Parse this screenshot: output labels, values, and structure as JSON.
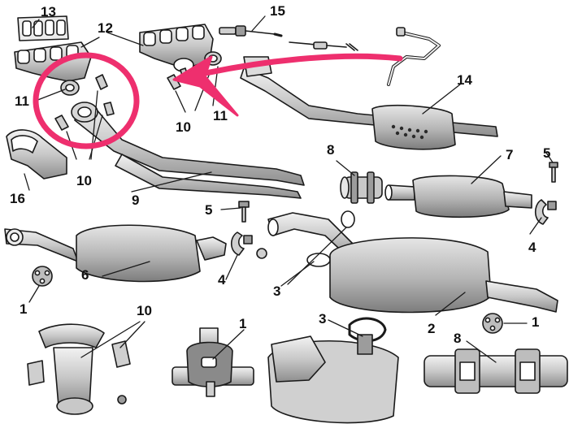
{
  "colors": {
    "ink": "#1a1a1a",
    "part_fill": "#d4d4d4",
    "part_shade": "#9c9c9c",
    "highlight": "#ee2f6e",
    "background": "#ffffff"
  },
  "annotations": {
    "circle": "highlight-circle",
    "arrow": "highlight-arrow"
  },
  "labels": {
    "l13": "13",
    "l12": "12",
    "l15": "15",
    "l11a": "11",
    "l11b": "11",
    "l10a": "10",
    "l10b": "10",
    "l10c": "10",
    "l14": "14",
    "l16": "16",
    "l9": "9",
    "l8a": "8",
    "l8b": "8",
    "l7": "7",
    "l5a": "5",
    "l5b": "5",
    "l6": "6",
    "l4a": "4",
    "l4b": "4",
    "l3a": "3",
    "l3b": "3",
    "l2": "2",
    "l1a": "1",
    "l1b": "1",
    "l1c": "1"
  }
}
